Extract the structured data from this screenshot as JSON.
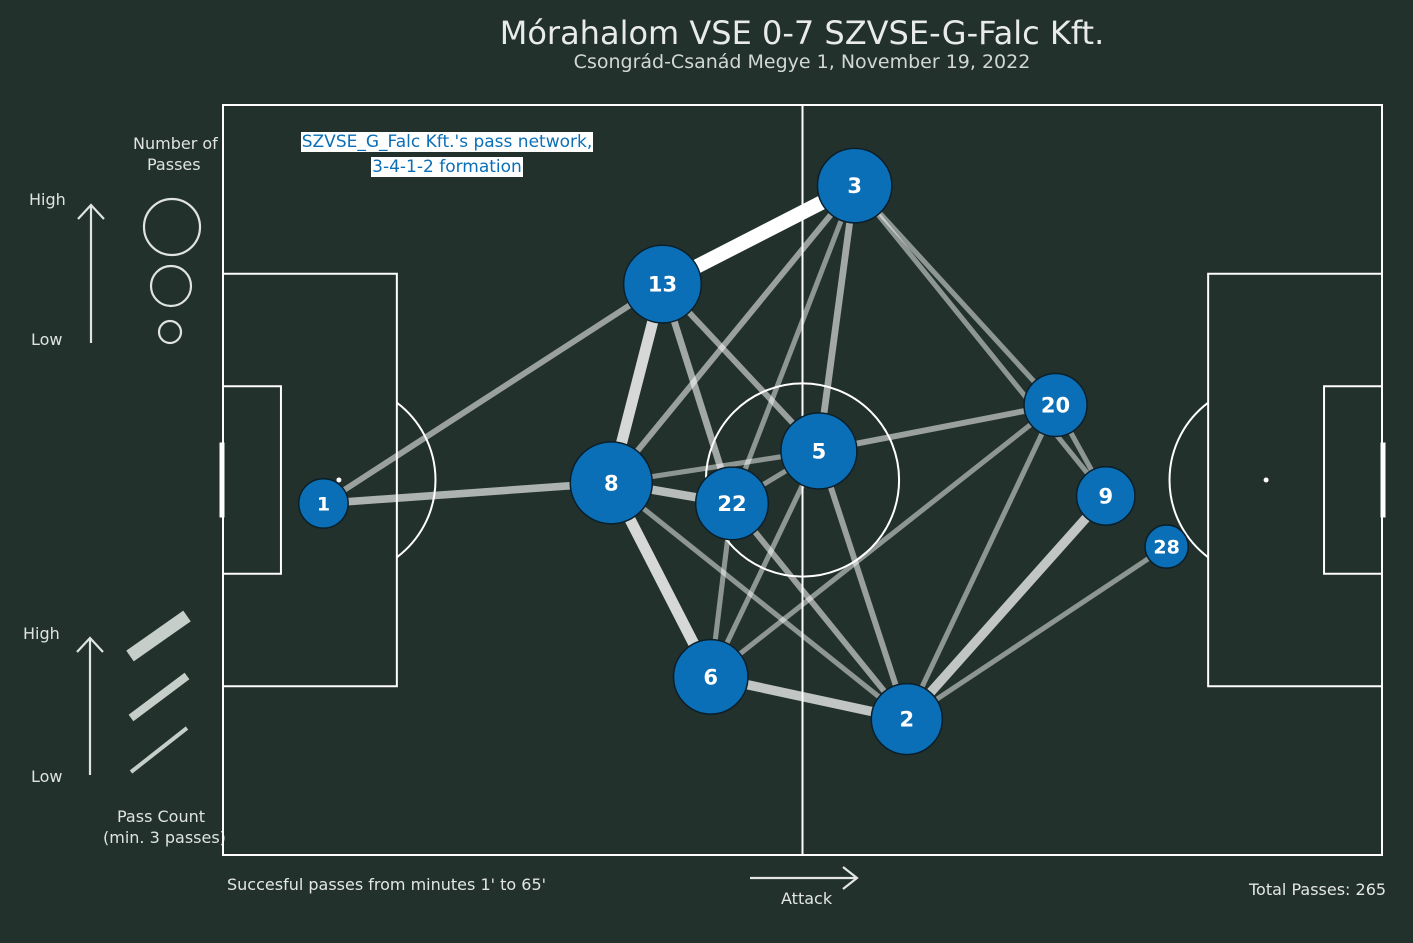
{
  "title": "Mórahalom VSE 0-7 SZVSE-G-Falc Kft.",
  "subtitle": "Csongrád-Csanád Megye 1, November 19, 2022",
  "legend": {
    "nodes_title": "Number of Passes",
    "nodes_title_line1": "Number of",
    "nodes_title_line2": "Passes",
    "high": "High",
    "low": "Low",
    "edges_title_line1": "Pass Count",
    "edges_title_line2": "(min. 3 passes)"
  },
  "network_title_line1": "SZVSE_G_Falc Kft.'s pass network,",
  "network_title_line2": "3-4-1-2 formation",
  "footer": {
    "minutes_note": "Succesful passes from minutes 1' to 65'",
    "attack": "Attack",
    "total_passes": "Total Passes: 265"
  },
  "colors": {
    "background": "#22312b",
    "node": "#0a6fb6",
    "lines": "#ffffff"
  },
  "chart_data": {
    "type": "pass-network",
    "pitch": {
      "length": 120,
      "width": 80
    },
    "players": [
      {
        "id": "1",
        "x": 10.4,
        "y": 42.5,
        "passes": 6
      },
      {
        "id": "8",
        "x": 40.2,
        "y": 40.3,
        "passes": 38
      },
      {
        "id": "13",
        "x": 45.5,
        "y": 19.1,
        "passes": 32
      },
      {
        "id": "3",
        "x": 65.4,
        "y": 8.6,
        "passes": 28
      },
      {
        "id": "5",
        "x": 61.7,
        "y": 36.9,
        "passes": 30
      },
      {
        "id": "22",
        "x": 52.7,
        "y": 42.5,
        "passes": 26
      },
      {
        "id": "6",
        "x": 50.5,
        "y": 61.0,
        "passes": 28
      },
      {
        "id": "2",
        "x": 70.8,
        "y": 65.5,
        "passes": 24
      },
      {
        "id": "20",
        "x": 86.2,
        "y": 32.0,
        "passes": 16
      },
      {
        "id": "9",
        "x": 91.4,
        "y": 41.7,
        "passes": 12
      },
      {
        "id": "28",
        "x": 97.7,
        "y": 47.1,
        "passes": 3
      }
    ],
    "connections": [
      {
        "from": "13",
        "to": "3",
        "count": 14
      },
      {
        "from": "13",
        "to": "8",
        "count": 10
      },
      {
        "from": "8",
        "to": "6",
        "count": 10
      },
      {
        "from": "6",
        "to": "2",
        "count": 8
      },
      {
        "from": "2",
        "to": "9",
        "count": 8
      },
      {
        "from": "8",
        "to": "22",
        "count": 7
      },
      {
        "from": "1",
        "to": "8",
        "count": 6
      },
      {
        "from": "3",
        "to": "5",
        "count": 5
      },
      {
        "from": "13",
        "to": "22",
        "count": 5
      },
      {
        "from": "3",
        "to": "8",
        "count": 4
      },
      {
        "from": "13",
        "to": "5",
        "count": 4
      },
      {
        "from": "5",
        "to": "20",
        "count": 4
      },
      {
        "from": "5",
        "to": "2",
        "count": 4
      },
      {
        "from": "13",
        "to": "1",
        "count": 4
      },
      {
        "from": "22",
        "to": "2",
        "count": 4
      },
      {
        "from": "3",
        "to": "22",
        "count": 3
      },
      {
        "from": "3",
        "to": "20",
        "count": 3
      },
      {
        "from": "3",
        "to": "9",
        "count": 3
      },
      {
        "from": "20",
        "to": "9",
        "count": 3
      },
      {
        "from": "20",
        "to": "6",
        "count": 3
      },
      {
        "from": "20",
        "to": "2",
        "count": 3
      },
      {
        "from": "8",
        "to": "2",
        "count": 3
      },
      {
        "from": "5",
        "to": "6",
        "count": 3
      },
      {
        "from": "5",
        "to": "22",
        "count": 3
      },
      {
        "from": "22",
        "to": "6",
        "count": 3
      },
      {
        "from": "2",
        "to": "28",
        "count": 3
      },
      {
        "from": "8",
        "to": "5",
        "count": 3
      }
    ]
  }
}
